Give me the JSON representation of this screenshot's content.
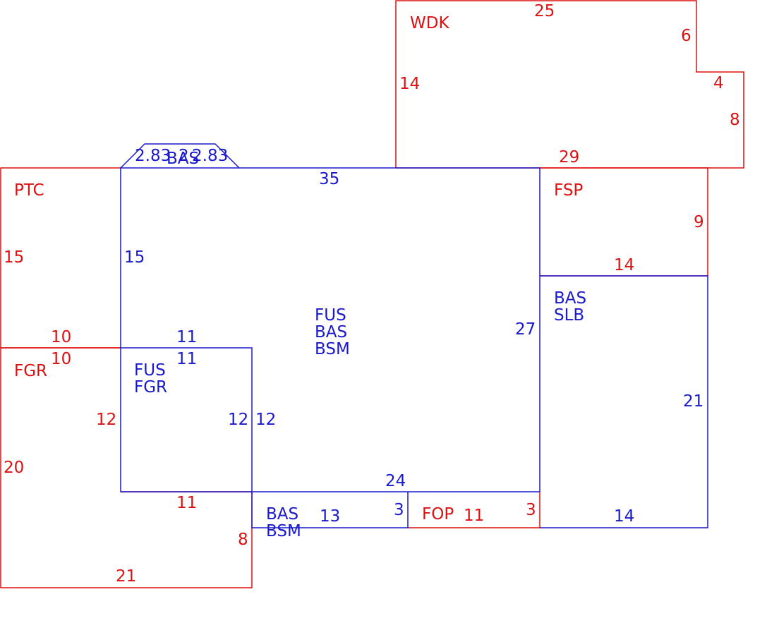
{
  "colors": {
    "red": "#dd1111",
    "blue": "#1a1acc"
  },
  "areas": {
    "wdk": {
      "code": "WDK",
      "dims": [
        "25",
        "6",
        "4",
        "8",
        "14",
        "29"
      ]
    },
    "ptc": {
      "code": "PTC",
      "dims": [
        "15",
        "10"
      ]
    },
    "fgr": {
      "code": "FGR",
      "dims": [
        "10",
        "12",
        "20",
        "11",
        "8",
        "21"
      ]
    },
    "fsp": {
      "code": "FSP",
      "dims": [
        "9",
        "14"
      ]
    },
    "bump": {
      "dims": [
        "2.83",
        "2",
        "2.83"
      ],
      "code": "BAS"
    },
    "main": {
      "codes": [
        "FUS",
        "BAS",
        "BSM"
      ],
      "dims": [
        "35",
        "15",
        "27",
        "24",
        "12"
      ]
    },
    "garage_upper": {
      "codes": [
        "FUS",
        "FGR"
      ],
      "dims": [
        "11",
        "11",
        "12"
      ]
    },
    "slb": {
      "codes": [
        "BAS",
        "SLB"
      ],
      "dims": [
        "21",
        "14"
      ]
    },
    "lower_bsm": {
      "codes": [
        "BAS",
        "BSM"
      ],
      "dims": [
        "13",
        "3"
      ]
    },
    "fop": {
      "code": "FOP",
      "dims": [
        "11",
        "3"
      ]
    }
  }
}
